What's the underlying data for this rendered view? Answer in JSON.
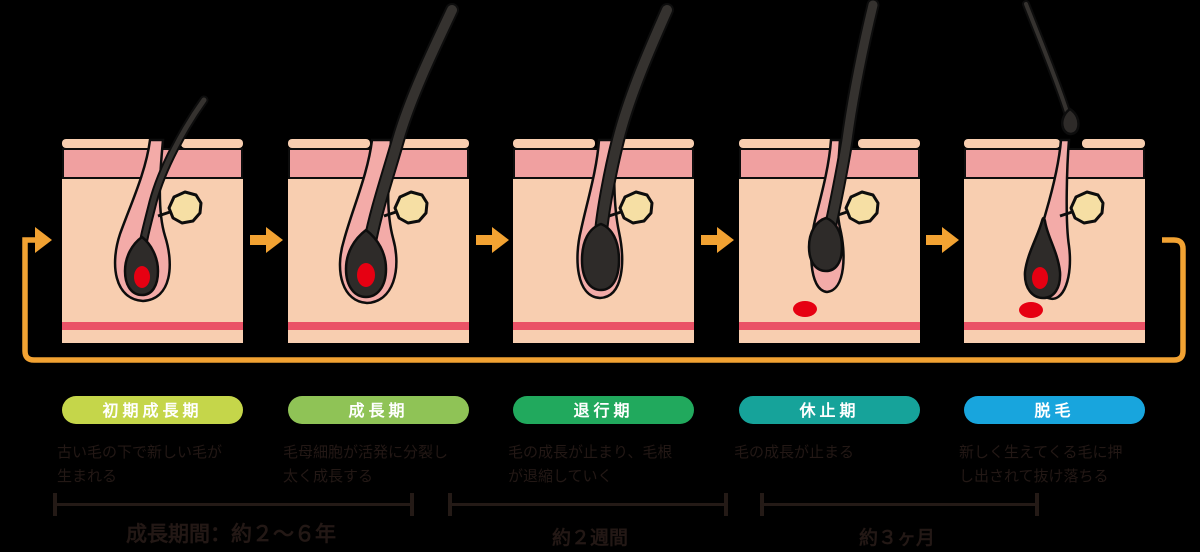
{
  "diagram": "hair-growth-cycle",
  "stages": [
    {
      "label": "初期成長期",
      "badge_color": "#c5d64a",
      "description": "古い毛の下で新しい毛が\n生まれる"
    },
    {
      "label": "成長期",
      "badge_color": "#8fc356",
      "description": "毛母細胞が活発に分裂し\n太く成長する"
    },
    {
      "label": "退行期",
      "badge_color": "#21a95d",
      "description": "毛の成長が止まり、毛根\nが退縮していく"
    },
    {
      "label": "休止期",
      "badge_color": "#16a39a",
      "description": "毛の成長が止まる"
    },
    {
      "label": "脱毛",
      "badge_color": "#18a5dd",
      "description": "新しく生えてくる毛に押\nし出されて抜け落ちる"
    }
  ],
  "durations": [
    {
      "label": "成長期間：約２〜６年"
    },
    {
      "label": "約２週間"
    },
    {
      "label": "約３ヶ月"
    }
  ],
  "colors": {
    "background": "#000000",
    "arrow_orange": "#f2a232",
    "skin_light": "#f8ceb0",
    "epidermis": "#f0a0a0",
    "follicle_sheath": "#f3aba8",
    "hair_dark": "#35322f",
    "sebaceous_gland": "#f6dfa4",
    "papilla_red": "#e60012",
    "base_line_red": "#ea5266",
    "badge_text": "#ffffff",
    "caption_text": "#231815"
  }
}
